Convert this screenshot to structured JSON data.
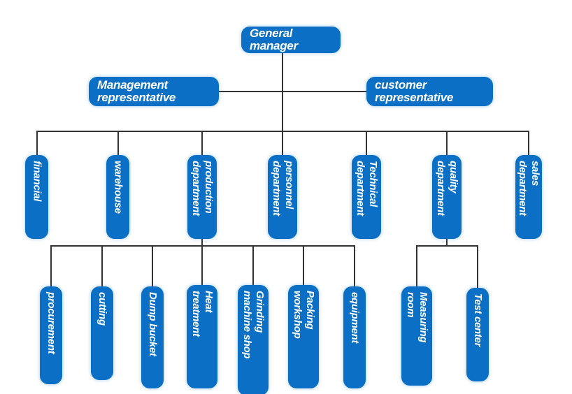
{
  "diagram": {
    "type": "org-chart",
    "colors": {
      "node_fill": "#0b70c5",
      "node_text": "#ffffff",
      "connector": "#333333",
      "background": "#ffffff"
    },
    "nodes": {
      "general_manager": "General\nmanager",
      "management_representative": "Management\nrepresentative",
      "customer_representative": "customer\nrepresentative",
      "financial": "financial",
      "warehouse": "warehouse",
      "production_department": "production\ndepartment",
      "personnel_department": "personnel\ndepartment",
      "technical_department": "Technical\ndepartment",
      "quality_department": "quality\ndepartment",
      "sales_department": "sales\ndepartment",
      "procurement": "procurement",
      "cutting": "cutting",
      "dump_bucket": "Dump bucket",
      "heat_treatment": "Heat\ntreatment",
      "grinding_machine_shop": "Grinding\nmachine shop",
      "packing_workshop": "Packing\nworkshop",
      "equipment": "equipment",
      "measuring_room": "Measuring\nroom",
      "test_center": "Test center"
    },
    "hierarchy": {
      "root": "general_manager",
      "staff": [
        "management_representative",
        "customer_representative"
      ],
      "departments": [
        "financial",
        "warehouse",
        "production_department",
        "personnel_department",
        "technical_department",
        "quality_department",
        "sales_department"
      ],
      "production_children": [
        "procurement",
        "cutting",
        "dump_bucket",
        "heat_treatment",
        "grinding_machine_shop",
        "packing_workshop",
        "equipment"
      ],
      "quality_children": [
        "measuring_room",
        "test_center"
      ]
    }
  }
}
